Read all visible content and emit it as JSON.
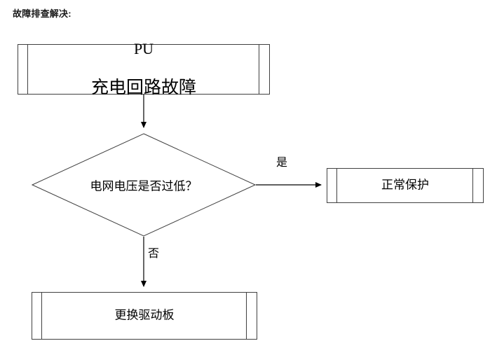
{
  "document": {
    "heading": "故障排查解决:"
  },
  "diagram": {
    "type": "flowchart",
    "orientation": "top-to-bottom",
    "nodes": [
      {
        "id": "fault",
        "shape": "predefined-process",
        "line_1": "PU",
        "line_2": "充电回路故障",
        "text": "PU 充电回路故障"
      },
      {
        "id": "decision",
        "shape": "diamond",
        "text": "电网电压是否过低？"
      },
      {
        "id": "protect",
        "shape": "predefined-process",
        "text": "正常保护"
      },
      {
        "id": "replace",
        "shape": "predefined-process",
        "text": "更换驱动板"
      }
    ],
    "edges": [
      {
        "id": "fault-to-decision",
        "from": "fault",
        "to": "decision",
        "label": "",
        "direction": "down"
      },
      {
        "id": "decision-to-protect",
        "from": "decision",
        "to": "protect",
        "label": "是",
        "direction": "right"
      },
      {
        "id": "decision-to-replace",
        "from": "decision",
        "to": "replace",
        "label": "否",
        "direction": "down"
      }
    ],
    "colors": {
      "stroke": "#404040",
      "connector": "#000000",
      "text": "#000000",
      "heading": "#1a1a1a",
      "background": "#ffffff"
    }
  }
}
